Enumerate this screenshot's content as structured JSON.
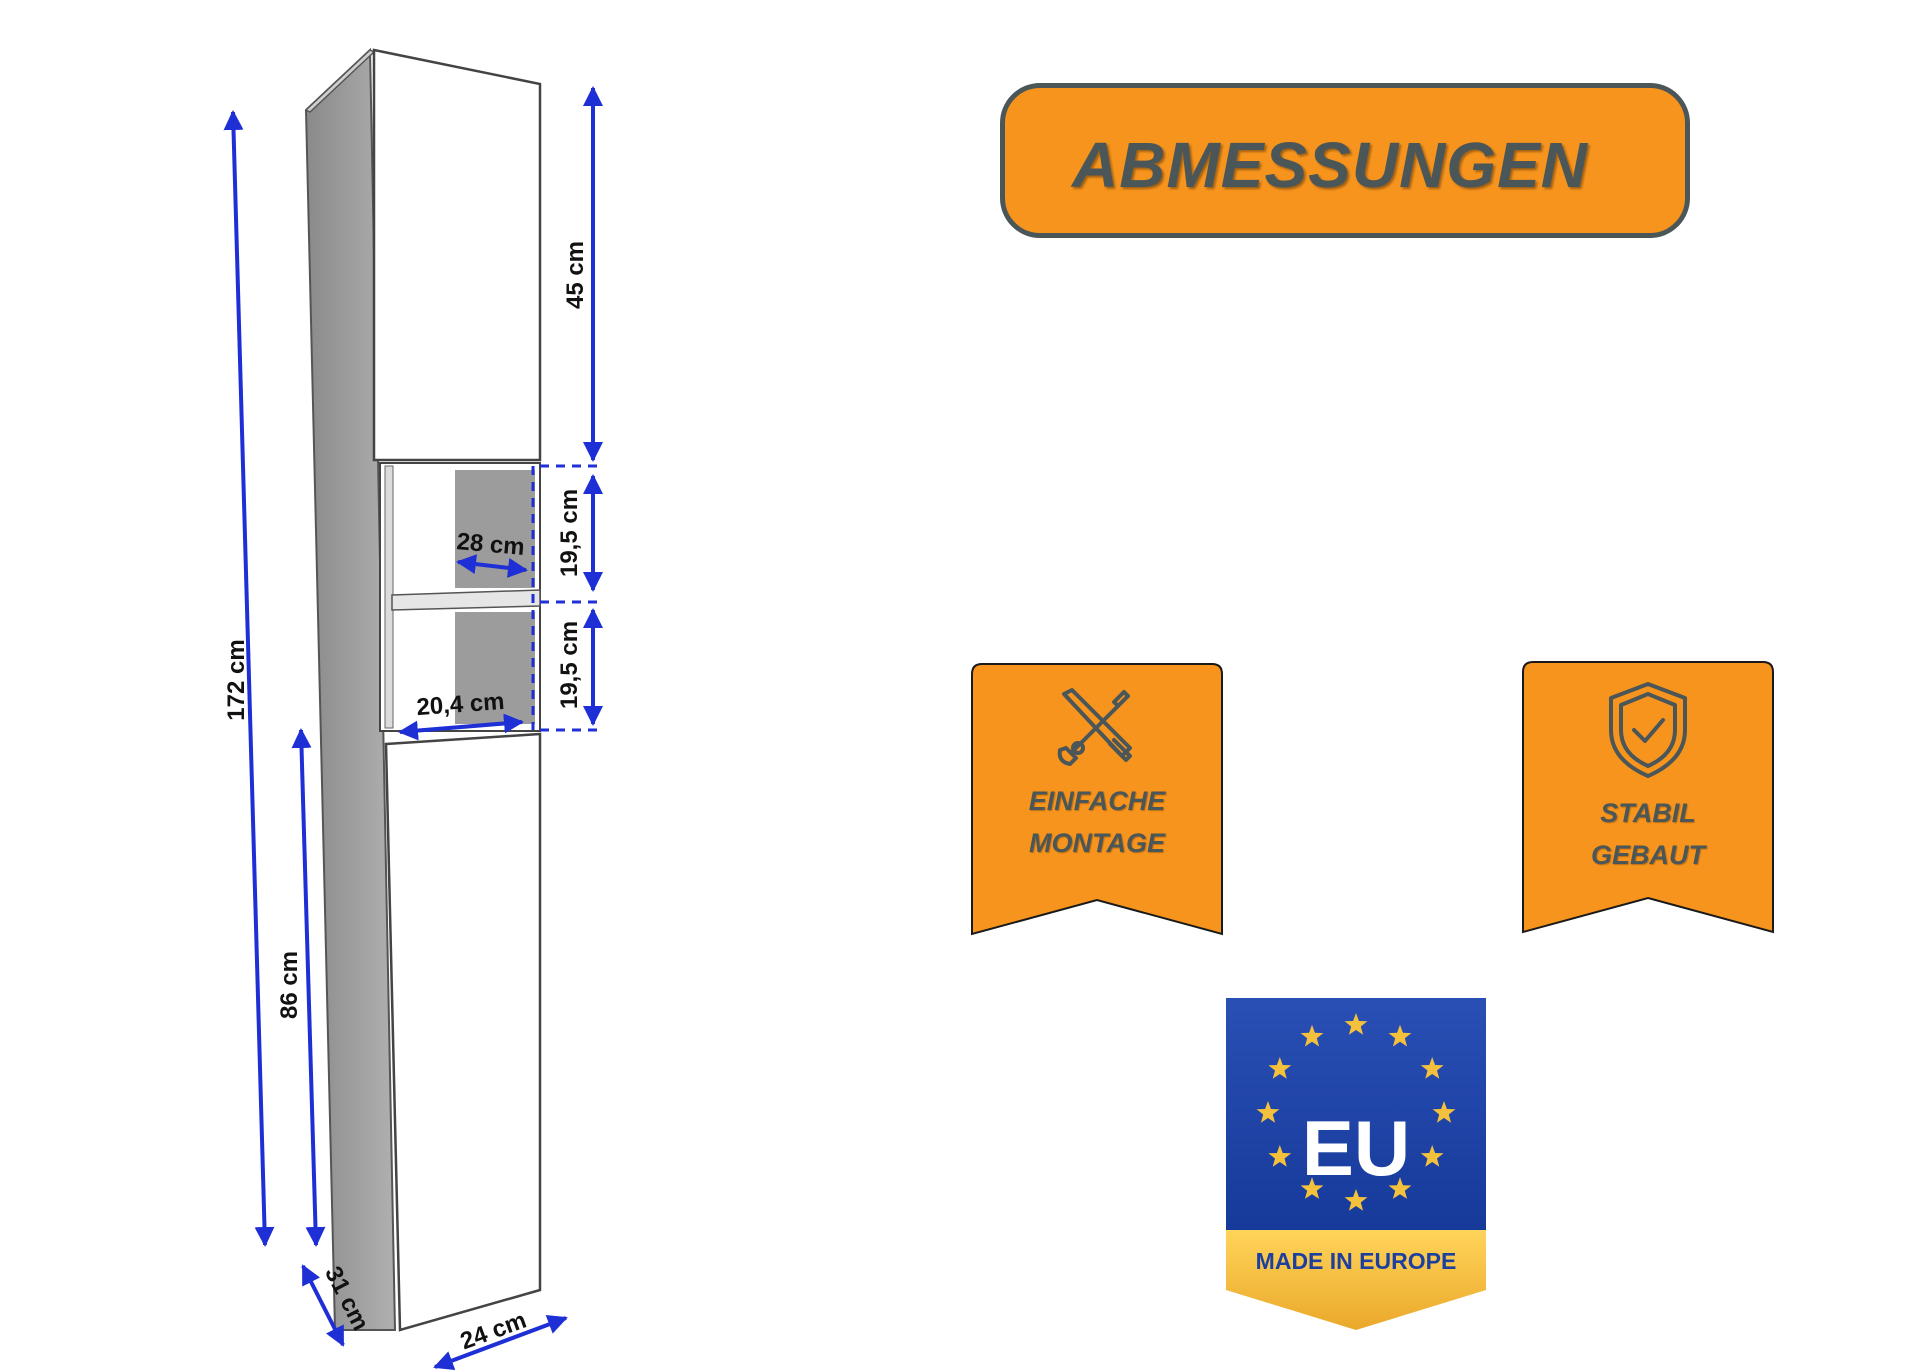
{
  "header": {
    "title": "ABMESSUNGEN"
  },
  "dimensions": {
    "total_height": "172 cm",
    "lower_height": "86 cm",
    "top_door": "45 cm",
    "shelf_upper": "19,5 cm",
    "shelf_lower": "19,5 cm",
    "inner_width_upper": "28 cm",
    "inner_width_lower": "20,4 cm",
    "depth": "31 cm",
    "width": "24 cm"
  },
  "features": [
    {
      "line1": "EINFACHE",
      "line2": "MONTAGE",
      "icon": "tools-icon"
    },
    {
      "line1": "STABIL",
      "line2": "GEBAUT",
      "icon": "shield-check-icon"
    }
  ],
  "badge": {
    "eu_text": "EU",
    "made_in": "MADE IN EUROPE"
  },
  "colors": {
    "accent": "#f7941d",
    "text_gray": "#4a5658",
    "arrow_blue": "#1f2fd6",
    "eu_blue": "#1d3f9e",
    "eu_gold": "#f4c13d"
  }
}
